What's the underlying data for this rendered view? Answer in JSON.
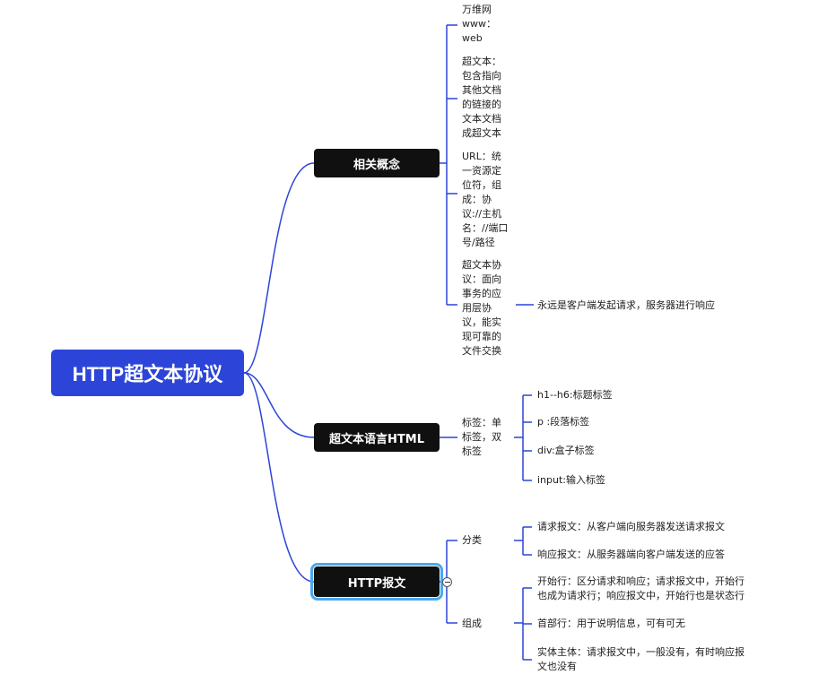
{
  "root": {
    "title": "HTTP超文本协议"
  },
  "branches": [
    {
      "label": "相关概念",
      "children": [
        {
          "text": "万维网www：web"
        },
        {
          "text": "超文本：包含指向其他文档的链接的文本文档成超文本"
        },
        {
          "text": "URL：统一资源定位符，组成：协议://主机名：//端口号/路径"
        },
        {
          "text": "超文本协议：面向事务的应用层协议，能实现可靠的文件交换",
          "children": [
            {
              "text": "永远是客户端发起请求，服务器进行响应"
            }
          ]
        }
      ]
    },
    {
      "label": "超文本语言HTML",
      "children": [
        {
          "text": "标签：单标签，双标签",
          "children": [
            {
              "text": "h1--h6:标题标签"
            },
            {
              "text": "p :段落标签"
            },
            {
              "text": "div:盒子标签"
            },
            {
              "text": "input:输入标签"
            }
          ]
        }
      ]
    },
    {
      "label": "HTTP报文",
      "selected": true,
      "children": [
        {
          "text": "分类",
          "children": [
            {
              "text": "请求报文：从客户端向服务器发送请求报文"
            },
            {
              "text": "响应报文：从服务器端向客户端发送的应答"
            }
          ]
        },
        {
          "text": "组成",
          "children": [
            {
              "text": "开始行：区分请求和响应；请求报文中，开始行也成为请求行；响应报文中，开始行也是状态行"
            },
            {
              "text": "首部行：用于说明信息，可有可无"
            },
            {
              "text": "实体主体：请求报文中，一般没有，有时响应报文也没有"
            }
          ]
        }
      ]
    }
  ],
  "colors": {
    "root_fill": "#2c45d8",
    "topic_fill": "#101010",
    "connector": "#2c45d8",
    "selection": "#4aa9ee"
  }
}
